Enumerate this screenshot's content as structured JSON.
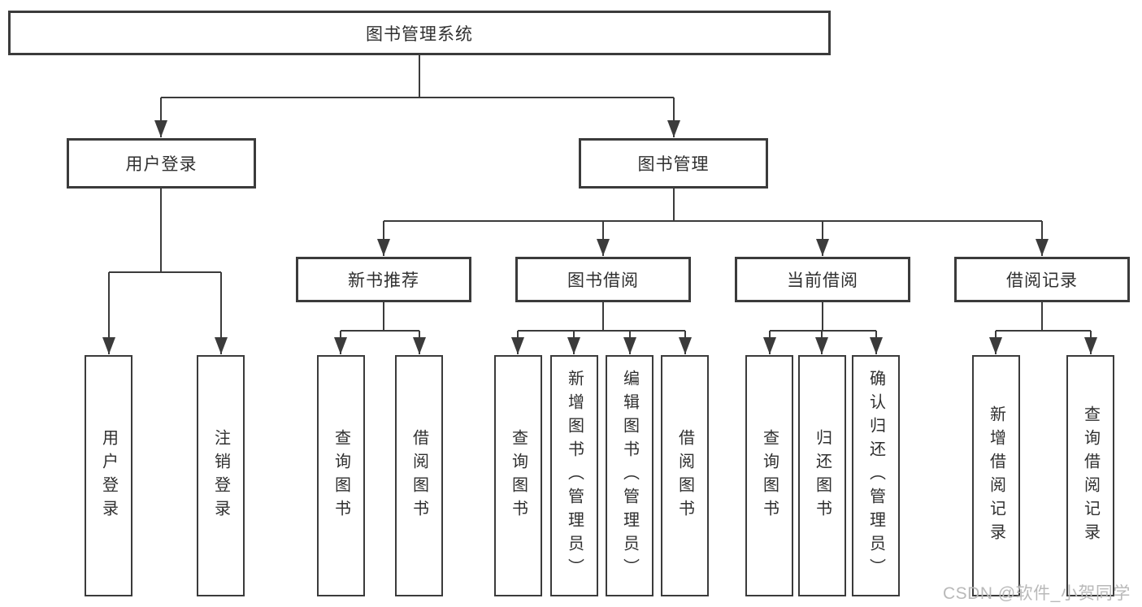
{
  "diagram": {
    "root": {
      "label": "图书管理系统"
    },
    "branches": [
      {
        "label": "用户登录",
        "children": [
          "用户登录",
          "注销登录"
        ]
      },
      {
        "label": "图书管理",
        "sections": [
          {
            "label": "新书推荐",
            "children": [
              "查询图书",
              "借阅图书"
            ]
          },
          {
            "label": "图书借阅",
            "children": [
              "查询图书",
              "新增图书（管理员）",
              "编辑图书（管理员）",
              "借阅图书"
            ]
          },
          {
            "label": "当前借阅",
            "children": [
              "查询图书",
              "归还图书",
              "确认归还（管理员）"
            ]
          },
          {
            "label": "借阅记录",
            "children": [
              "新增借阅记录",
              "查询借阅记录"
            ]
          }
        ]
      }
    ]
  },
  "watermark": {
    "text": "CSDN @软件_小贺同学"
  },
  "colors": {
    "line": "#3b3b3b",
    "text": "#2f2f2f",
    "watermark": "#b9b9b9",
    "background": "#ffffff"
  }
}
